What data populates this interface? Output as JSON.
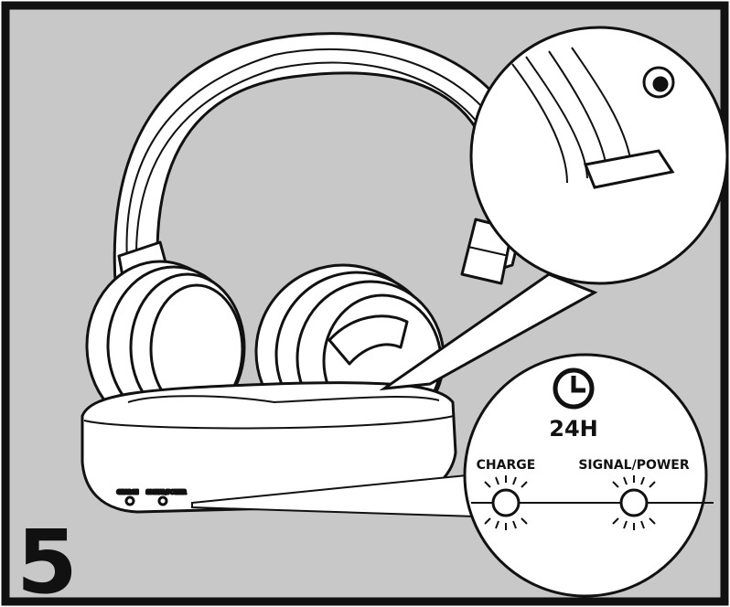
{
  "figure": {
    "step_number": "5",
    "duration_label": "24H",
    "led_labels": {
      "charge": "CHARGE",
      "signal_power": "SIGNAL/POWER"
    },
    "icons": [
      "clock-icon",
      "headphones",
      "charging-base",
      "led-light"
    ],
    "colors": {
      "panel_background": "#c8c8c8",
      "line_art": "#111111",
      "fill": "#ffffff"
    }
  }
}
